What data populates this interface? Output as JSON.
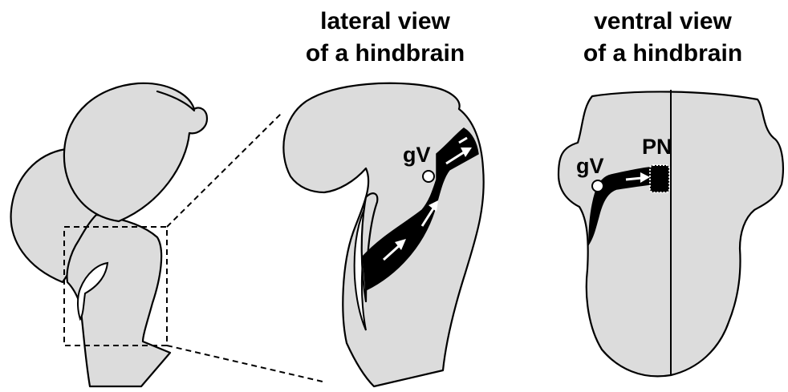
{
  "titles": {
    "lateral_line1": "lateral view",
    "lateral_line2": "of a hindbrain",
    "ventral_line1": "ventral view",
    "ventral_line2": "of a hindbrain"
  },
  "labels": {
    "lateral_ganglion": "gV",
    "ventral_ganglion": "gV",
    "ventral_nucleus": "PN"
  },
  "colors": {
    "tissue": "#dcdcdc",
    "stream": "#000000",
    "outline": "#000000"
  }
}
